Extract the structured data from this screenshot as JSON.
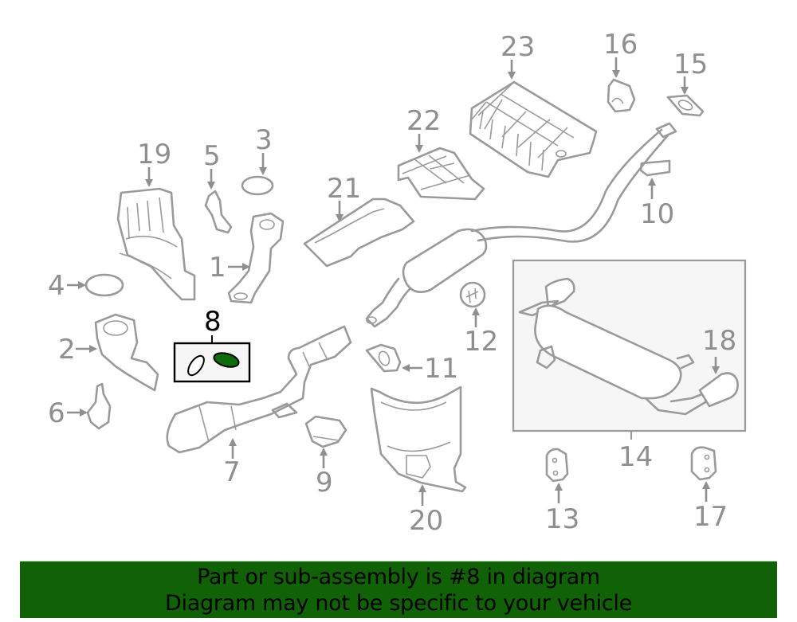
{
  "diagram": {
    "title": "Exhaust system parts diagram",
    "highlighted_part": "8",
    "highlight_color": "#0e6b0e",
    "callouts": [
      {
        "id": "1",
        "name": "front-catalytic-converter-right"
      },
      {
        "id": "2",
        "name": "front-catalytic-converter-left"
      },
      {
        "id": "3",
        "name": "gasket-upper"
      },
      {
        "id": "4",
        "name": "gasket-left"
      },
      {
        "id": "5",
        "name": "heat-shield-small"
      },
      {
        "id": "6",
        "name": "bracket"
      },
      {
        "id": "7",
        "name": "front-exhaust-pipe"
      },
      {
        "id": "8",
        "name": "gasket-set"
      },
      {
        "id": "9",
        "name": "heat-insulator"
      },
      {
        "id": "10",
        "name": "tail-pipe-hanger-bracket"
      },
      {
        "id": "11",
        "name": "flange-gasket"
      },
      {
        "id": "12",
        "name": "rubber-mount-round"
      },
      {
        "id": "13",
        "name": "rubber-hanger-left"
      },
      {
        "id": "14",
        "name": "muffler-assembly"
      },
      {
        "id": "15",
        "name": "tail-gasket"
      },
      {
        "id": "16",
        "name": "rubber-mount-rear"
      },
      {
        "id": "17",
        "name": "rubber-hanger-right"
      },
      {
        "id": "18",
        "name": "tail-pipe-finisher"
      },
      {
        "id": "19",
        "name": "heat-shield-large"
      },
      {
        "id": "20",
        "name": "center-heat-shield"
      },
      {
        "id": "21",
        "name": "floor-heat-shield"
      },
      {
        "id": "22",
        "name": "heat-shield-middle"
      },
      {
        "id": "23",
        "name": "rear-heat-shield"
      }
    ]
  },
  "banner": {
    "line1": "Part or sub-assembly is #8 in diagram",
    "line2": "Diagram may not be specific to your vehicle",
    "background": "#116106"
  }
}
